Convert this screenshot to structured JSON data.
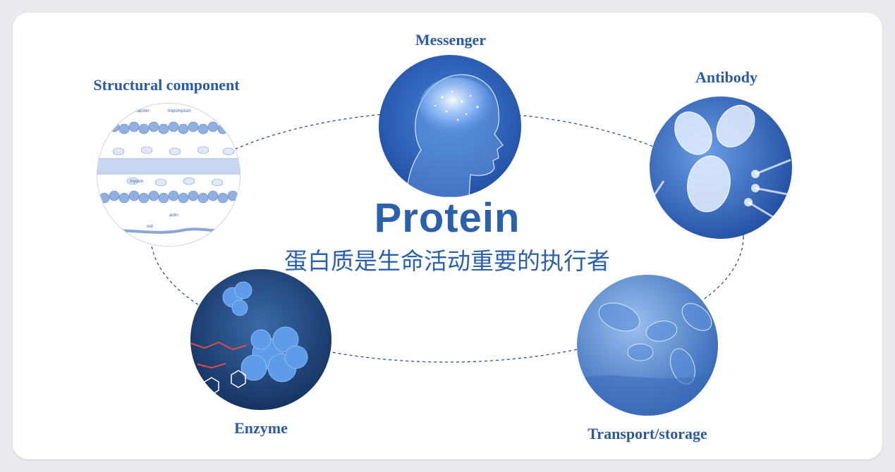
{
  "diagram": {
    "center": {
      "title": "Protein",
      "subtitle": "蛋白质是生命活动重要的执行者"
    },
    "nodes": [
      {
        "id": "messenger",
        "label": "Messenger"
      },
      {
        "id": "antibody",
        "label": "Antibody"
      },
      {
        "id": "structural",
        "label": "Structural component"
      },
      {
        "id": "enzyme",
        "label": "Enzyme"
      },
      {
        "id": "transport",
        "label": "Transport/storage"
      }
    ],
    "structural_labels": {
      "troponin": "troponin",
      "tropomyosin": "tropomyosin",
      "myosin": "myosin",
      "actin": "actin",
      "rod": "rod"
    }
  },
  "colors": {
    "accent": "#2b61aa",
    "label": "#2a5aa3",
    "dashed_ring": "#2b4f86"
  }
}
